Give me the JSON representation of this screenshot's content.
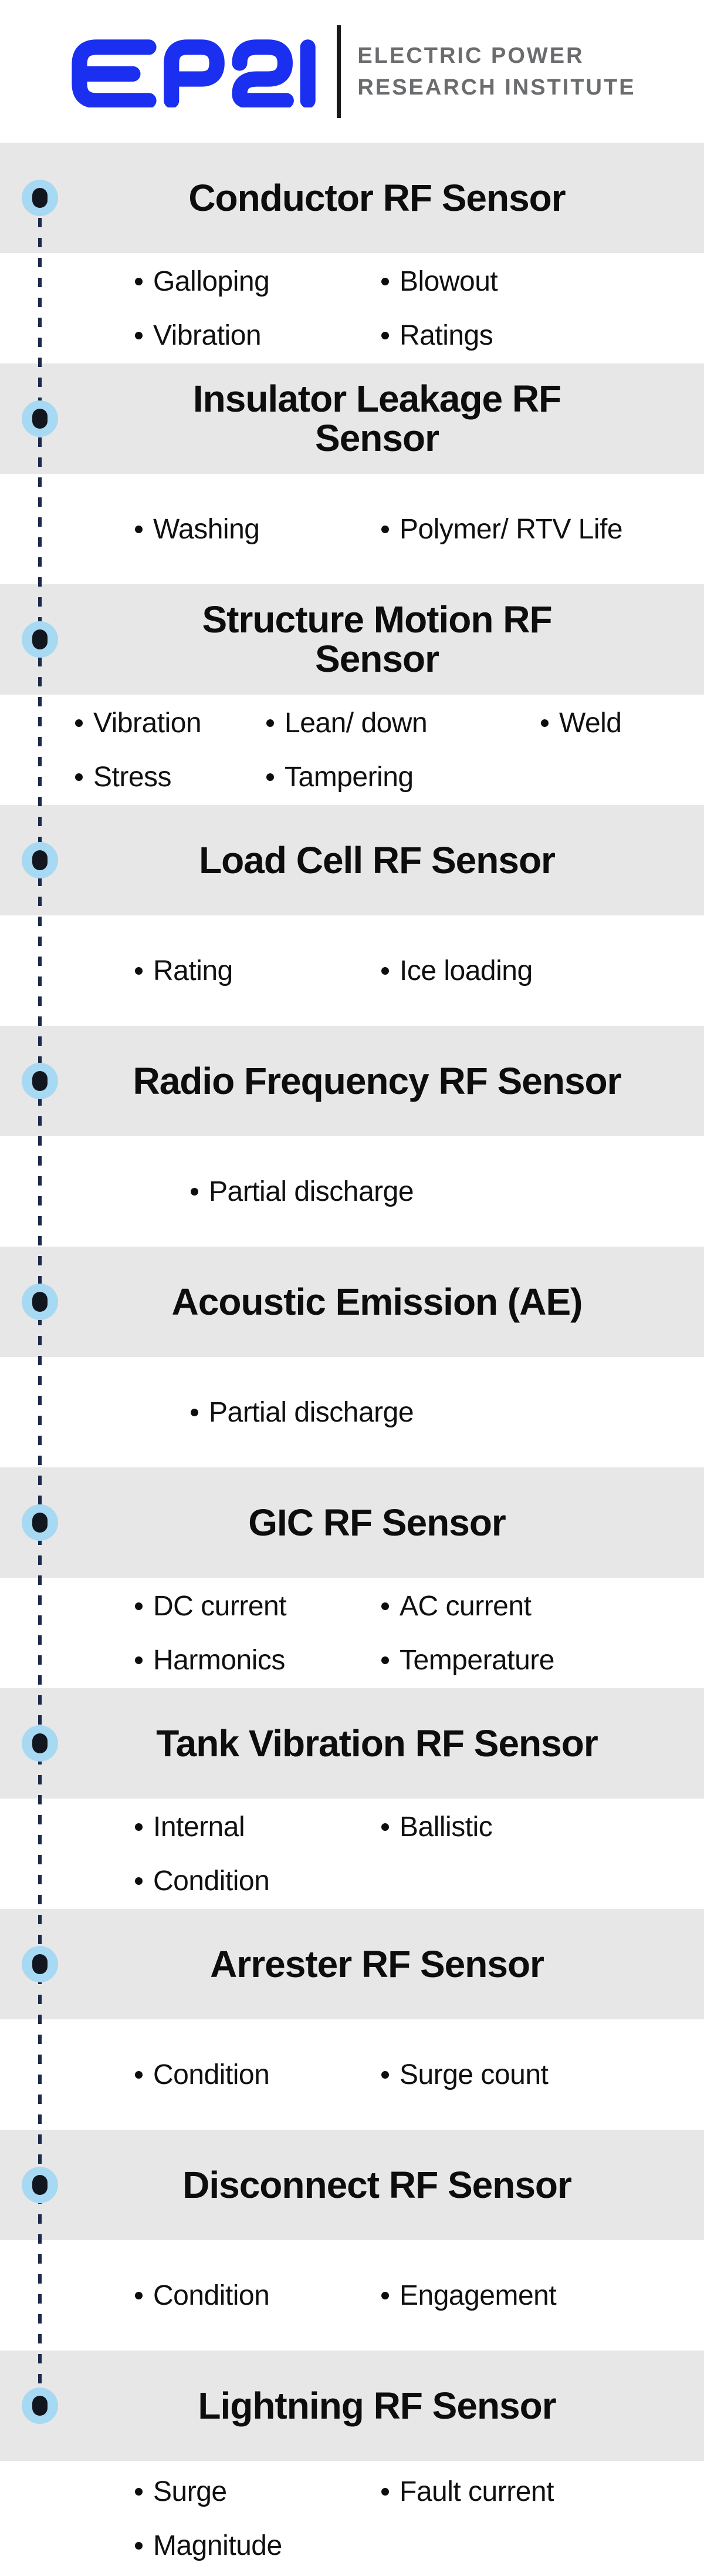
{
  "header": {
    "logo_text": "EPRI",
    "org_line1": "ELECTRIC POWER",
    "org_line2": "RESEARCH INSTITUTE"
  },
  "colors": {
    "epri_blue": "#1b2ff0",
    "org_gray": "#6b6c6e",
    "band_gray": "#e7e7e7",
    "timeline_navy": "#1c2a4a",
    "dot_blue": "#a7d9f3",
    "dot_core": "#11161f",
    "text_black": "#0d0d0d"
  },
  "sections": [
    {
      "id": "conductor",
      "title": "Conductor RF Sensor",
      "title_lines": [
        "Conductor RF Sensor"
      ],
      "cols": 2,
      "rows": [
        [
          "Galloping",
          "Blowout"
        ],
        [
          "Vibration",
          "Ratings"
        ]
      ]
    },
    {
      "id": "insulator-leakage",
      "title": "Insulator Leakage RF Sensor",
      "title_lines": [
        "Insulator Leakage RF",
        "Sensor"
      ],
      "cols": 2,
      "rows": [
        [
          "Washing",
          "Polymer/ RTV Life"
        ]
      ]
    },
    {
      "id": "structure-motion",
      "title": "Structure Motion RF Sensor",
      "title_lines": [
        "Structure Motion RF",
        "Sensor"
      ],
      "cols": 3,
      "rows": [
        [
          "Vibration",
          "Lean/ down",
          "Weld"
        ],
        [
          "Stress",
          "Tampering"
        ]
      ]
    },
    {
      "id": "load-cell",
      "title": "Load Cell RF Sensor",
      "title_lines": [
        "Load Cell RF Sensor"
      ],
      "cols": 2,
      "rows": [
        [
          "Rating",
          "Ice loading"
        ]
      ]
    },
    {
      "id": "radio-frequency",
      "title": "Radio Frequency RF Sensor",
      "title_lines": [
        "Radio Frequency RF Sensor"
      ],
      "cols": 1,
      "rows": [
        [
          "Partial discharge"
        ]
      ]
    },
    {
      "id": "acoustic-emission",
      "title": "Acoustic Emission (AE)",
      "title_lines": [
        "Acoustic Emission (AE)"
      ],
      "cols": 1,
      "rows": [
        [
          "Partial discharge"
        ]
      ]
    },
    {
      "id": "gic",
      "title": "GIC RF Sensor",
      "title_lines": [
        "GIC RF Sensor"
      ],
      "cols": 2,
      "rows": [
        [
          "DC current",
          "AC current"
        ],
        [
          "Harmonics",
          "Temperature"
        ]
      ]
    },
    {
      "id": "tank-vibration",
      "title": "Tank Vibration RF Sensor",
      "title_lines": [
        "Tank Vibration RF Sensor"
      ],
      "cols": 2,
      "rows": [
        [
          "Internal",
          "Ballistic"
        ],
        [
          "Condition"
        ]
      ]
    },
    {
      "id": "arrester",
      "title": "Arrester RF Sensor",
      "title_lines": [
        "Arrester RF Sensor"
      ],
      "cols": 2,
      "rows": [
        [
          "Condition",
          "Surge count"
        ]
      ]
    },
    {
      "id": "disconnect",
      "title": "Disconnect RF Sensor",
      "title_lines": [
        "Disconnect RF Sensor"
      ],
      "cols": 2,
      "rows": [
        [
          "Condition",
          "Engagement"
        ]
      ]
    },
    {
      "id": "lightning",
      "title": "Lightning RF Sensor",
      "title_lines": [
        "Lightning RF Sensor"
      ],
      "cols": 2,
      "rows": [
        [
          "Surge",
          "Fault current"
        ],
        [
          "Magnitude"
        ]
      ]
    }
  ]
}
